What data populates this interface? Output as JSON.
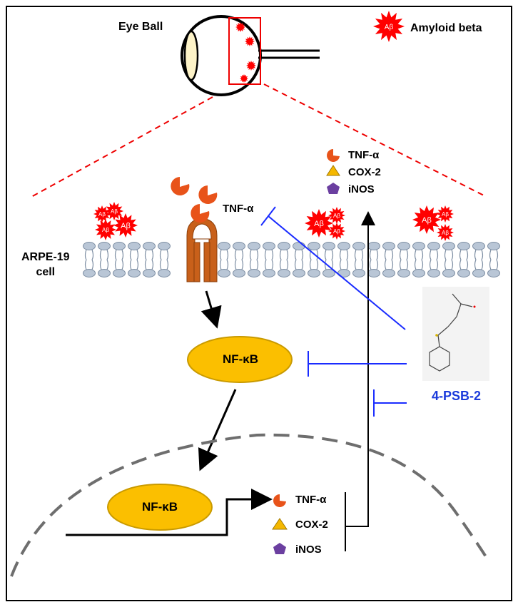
{
  "labels": {
    "eye_ball": "Eye Ball",
    "amyloid_beta": "Amyloid beta",
    "cell": "ARPE-19\ncell",
    "tnf_membrane": "TNF-α",
    "nfkb_cytoplasm": "NF-κB",
    "nfkb_nucleus": "NF-κB",
    "drug": "4-PSB-2",
    "ab_short": "Aβ"
  },
  "top_legend": [
    "TNF-α",
    "COX-2",
    "iNOS"
  ],
  "nucleus_products": [
    "TNF-α",
    "COX-2",
    "iNOS"
  ],
  "colors": {
    "amyloid": "#ff0000",
    "tnf": "#e8531a",
    "cox2": "#f5b800",
    "inos": "#6b3fa0",
    "receptor": "#c8601a",
    "membrane": "#b9c6d6",
    "nfkb": "#fbbf00",
    "inhibition": "#1a2cff",
    "drug_text": "#1a3adb"
  },
  "icons": [
    "eyeball-icon",
    "amyloid-beta-icon",
    "tnf-alpha-icon",
    "cox2-triangle-icon",
    "inos-pentagon-icon",
    "receptor-icon",
    "chemical-structure-icon"
  ]
}
